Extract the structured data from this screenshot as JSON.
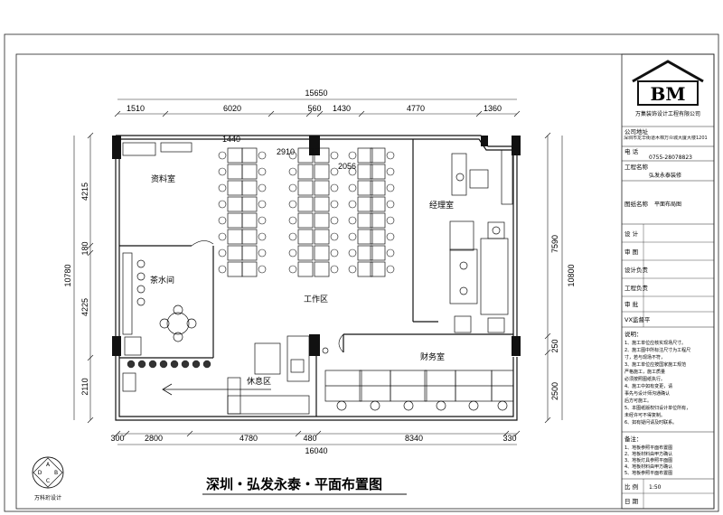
{
  "drawing": {
    "title": "深圳・弘发永泰・平面布置图",
    "stamp_text": "万科珩设计",
    "stamp_letters": [
      "A",
      "B",
      "C",
      "D"
    ]
  },
  "rooms": {
    "archive": "资料室",
    "tea": "茶水间",
    "work": "工作区",
    "manager": "经理室",
    "finance": "财务室",
    "rest": "休息区"
  },
  "dims": {
    "top_total": "15650",
    "top_segments": [
      "1510",
      "6020",
      "560",
      "1430",
      "4770",
      "1360"
    ],
    "inner": [
      "1440",
      "2910",
      "2056"
    ],
    "bottom_total": "16040",
    "bottom_segments": [
      "300",
      "2800",
      "4780",
      "480",
      "8340",
      "330"
    ],
    "left_total": "10780",
    "left_segments": [
      "4215",
      "180",
      "4225",
      "2110"
    ],
    "right_total": "10800",
    "right_segments": [
      "7590",
      "250",
      "2500"
    ]
  },
  "title_block": {
    "company": "万集装饰设计工程有限公司",
    "address_label": "公司地址",
    "address_value": "深圳市龙华街道木棉万众城大厦大楼1201",
    "phone_label": "电 话",
    "phone_value": "0755-28078823",
    "project_label": "工程名称",
    "project_value": "弘发永泰装修",
    "drawing_label": "图纸名称",
    "drawing_value": "平面布局图",
    "rows": [
      "设 计",
      "审 图",
      "设计负责",
      "工程负责",
      "审 批",
      "VX监督平"
    ],
    "notes_title": "说明：",
    "notes": [
      "1、施工单位应核实现场尺寸。",
      "2、施工图中所标注尺寸为工程尺",
      "   寸，若与现场不符，",
      "3、施工单位应按国家施工规范",
      "   严格施工，施工质量",
      "   必须按照图纸执行。",
      "4、施工中如有变更，请",
      "   事先与设计师沟通确认",
      "   后方可施工。",
      "5、本图纸版权归设计单位所有，",
      "   未经许可不得复制。",
      "6、如有疑问请及时联系。"
    ],
    "remarks_title": "备注：",
    "remarks": [
      "1、地板参照平面布置图",
      "2、地板材料由甲方确认",
      "3、地板灯具参照平面图",
      "4、地板材料由甲方确认",
      "5、地板参照平面布置图"
    ],
    "scale_label": "比 例",
    "scale_value": "1:50",
    "date_label": "日 期"
  },
  "logo": {
    "text": "BM"
  }
}
